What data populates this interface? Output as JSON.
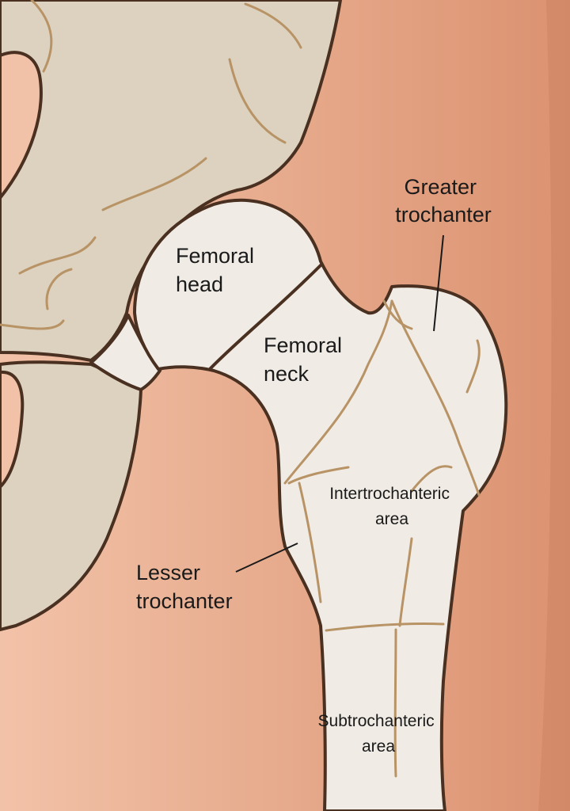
{
  "diagram": {
    "colors": {
      "skin_light": "#f2c2a8",
      "skin_dark": "#db9270",
      "pelvis": "#ddd2bf",
      "femur": "#f0ece5",
      "outline": "#4a3020",
      "fracture_line": "#b89366"
    },
    "labels": {
      "greater_trochanter": [
        "Greater",
        "trochanter"
      ],
      "femoral_head": [
        "Femoral",
        "head"
      ],
      "femoral_neck": [
        "Femoral",
        "neck"
      ],
      "intertrochanteric": [
        "Intertrochanteric",
        "area"
      ],
      "lesser_trochanter": [
        "Lesser",
        "trochanter"
      ],
      "subtrochanteric": [
        "Subtrochanteric",
        "area"
      ]
    }
  }
}
